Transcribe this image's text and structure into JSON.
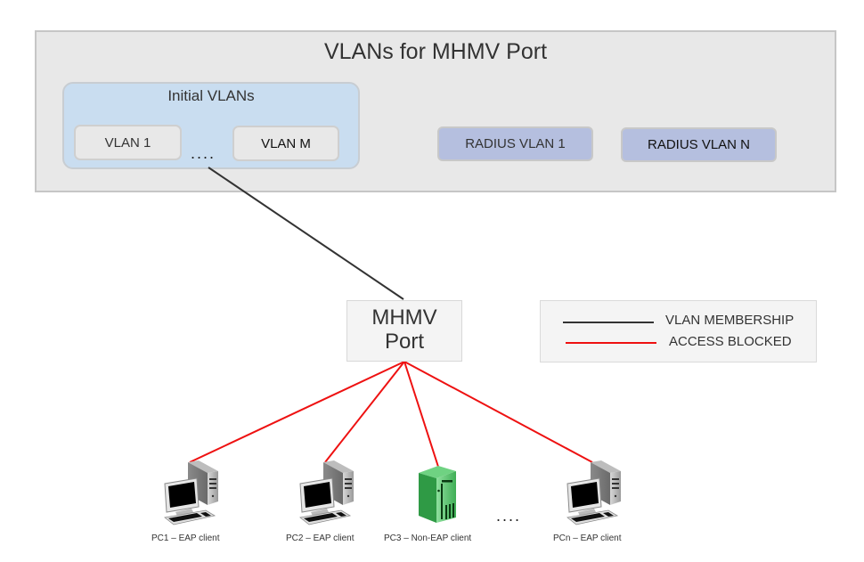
{
  "diagram": {
    "title": "VLANs for MHMV Port",
    "initial_vlans": {
      "title": "Initial VLANs",
      "items": [
        "VLAN 1",
        "VLAN M"
      ],
      "ellipsis": "...."
    },
    "radius_vlans": [
      "RADIUS VLAN 1",
      "RADIUS VLAN N"
    ],
    "port": {
      "line1": "MHMV",
      "line2": "Port"
    },
    "legend": {
      "items": [
        {
          "label": "VLAN MEMBERSHIP",
          "color": "#333333"
        },
        {
          "label": "ACCESS BLOCKED",
          "color": "#ee1111"
        }
      ]
    },
    "clients": [
      {
        "label": "PC1 – EAP client",
        "type": "eap-pc"
      },
      {
        "label": "PC2 – EAP client",
        "type": "eap-pc"
      },
      {
        "label": "PC3 – Non-EAP client",
        "type": "non-eap-server"
      },
      {
        "label": "PCn – EAP client",
        "type": "eap-pc"
      }
    ],
    "clients_ellipsis": "....",
    "colors": {
      "outer_fill": "#e8e8e8",
      "initial_fill": "#c9ddf0",
      "radius_fill": "#b5bfdf",
      "membership_line": "#333333",
      "blocked_line": "#ee1111",
      "non_eap_green": "#4fc06a"
    }
  }
}
